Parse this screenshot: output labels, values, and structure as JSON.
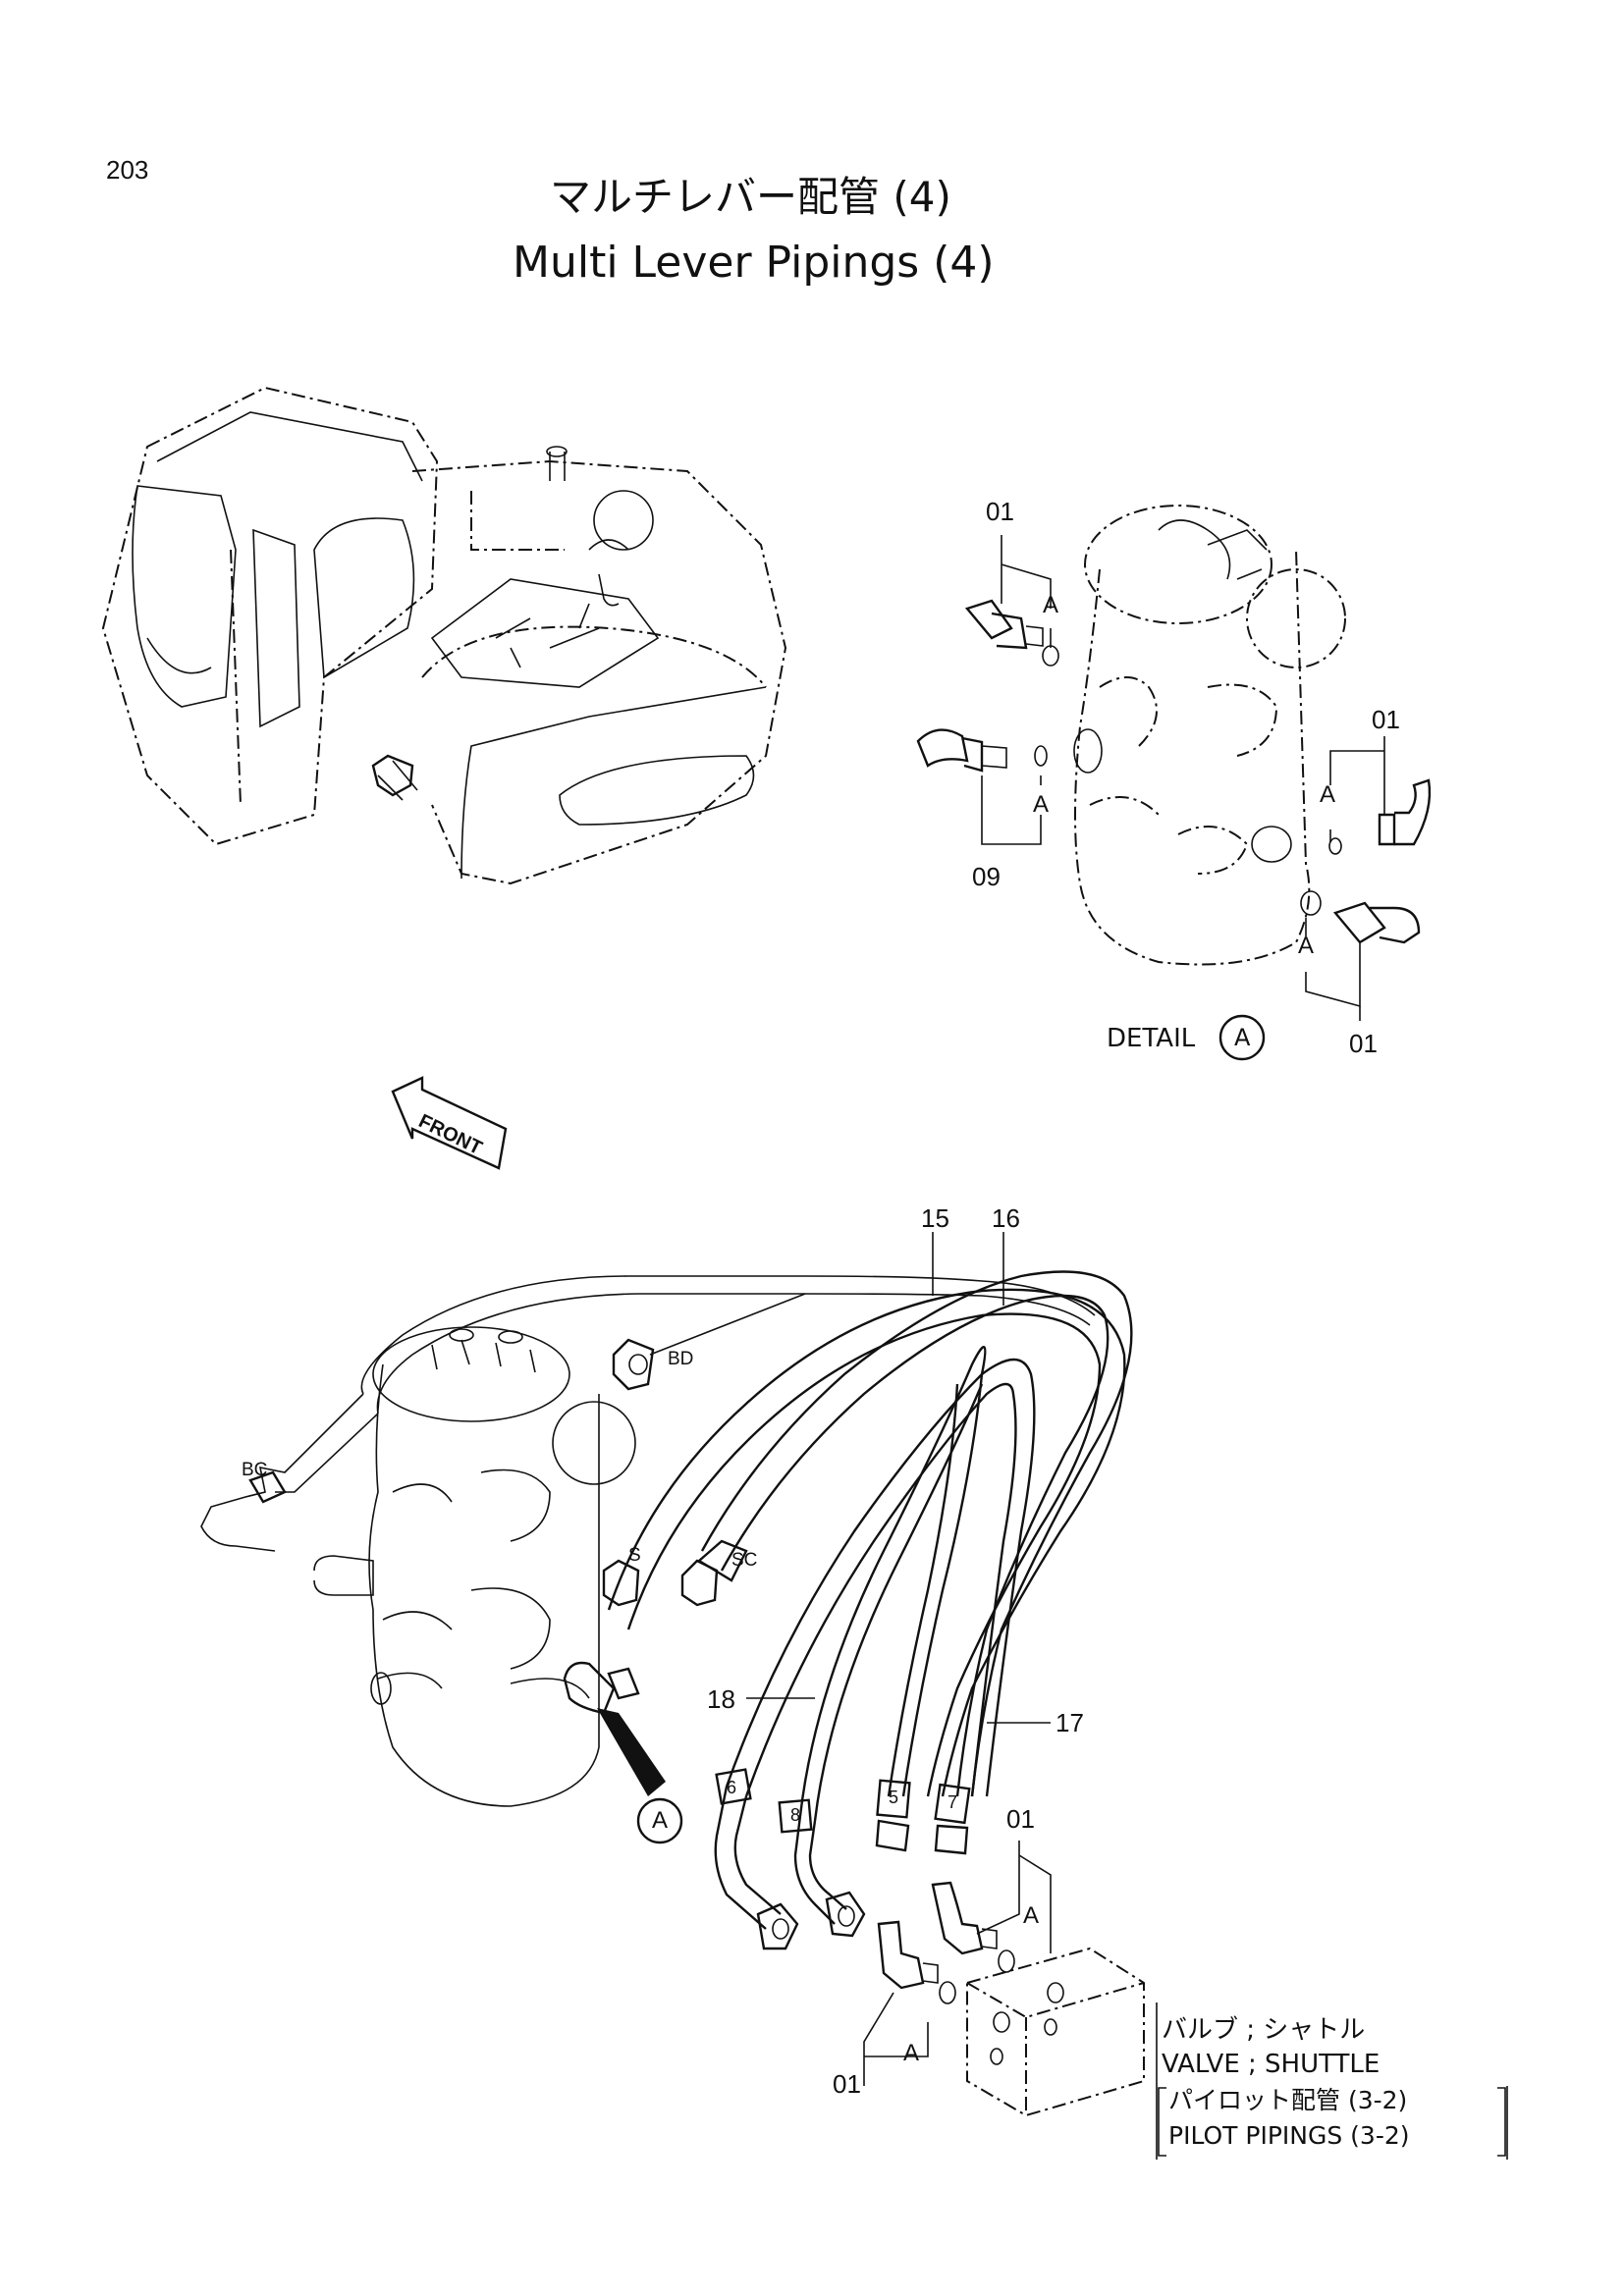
{
  "page_number": "203",
  "title_jp": "マルチレバー配管 (4)",
  "title_en": "Multi Lever Pipings (4)",
  "front_label": "FRONT",
  "detail": {
    "label": "DETAIL",
    "circle": "A",
    "callouts": [
      "01",
      "01",
      "09",
      "01"
    ],
    "o_ring_mark": "A"
  },
  "main_callouts": {
    "hose_15": "15",
    "hose_16": "16",
    "hose_17": "17",
    "hose_18": "18",
    "fitting_01_top": "01",
    "fitting_01_bottom": "01",
    "detail_ref": "A",
    "port_bd": "BD",
    "port_bc": "BC",
    "port_sc": "SC",
    "port_s": "S",
    "hose_mark_6": "6",
    "hose_mark_8": "8",
    "hose_mark_5": "5",
    "hose_mark_7": "7",
    "o_ring_mark": "A"
  },
  "valve_note": {
    "line1_jp": "バルブ ; シャトル",
    "line2_en": "VALVE ; SHUTTLE",
    "line3_jp": "パイロット配管 (3-2)",
    "line4_en": "PILOT  PIPINGS  (3-2)"
  }
}
